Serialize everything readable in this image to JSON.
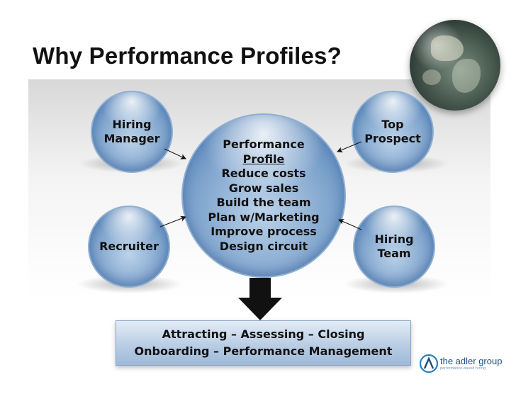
{
  "slide": {
    "title": "Why Performance Profiles?"
  },
  "diagram": {
    "nodes": {
      "hiring_manager": {
        "line1": "Hiring",
        "line2": "Manager"
      },
      "top_prospect": {
        "line1": "Top",
        "line2": "Prospect"
      },
      "recruiter": {
        "line1": "Recruiter"
      },
      "hiring_team": {
        "line1": "Hiring",
        "line2": "Team"
      },
      "center": {
        "heading": "Performance",
        "subheading": "Profile",
        "items": [
          "Reduce costs",
          "Grow sales",
          "Build the team",
          "Plan w/Marketing",
          "Improve process",
          "Design circuit"
        ]
      }
    },
    "result": {
      "line1": "Attracting – Assessing – Closing",
      "line2": "Onboarding – Performance Management"
    },
    "colors": {
      "circle_fill": "#7ea3cc",
      "circle_border": "#8fb0d4",
      "box_fill": "#b9cde4",
      "arrow": "#111111"
    }
  },
  "brand": {
    "name": "the adler group",
    "tagline": "performance-based hiring",
    "icon": "adler-group-logo-icon"
  },
  "decoration": {
    "image": "globe-icon"
  }
}
